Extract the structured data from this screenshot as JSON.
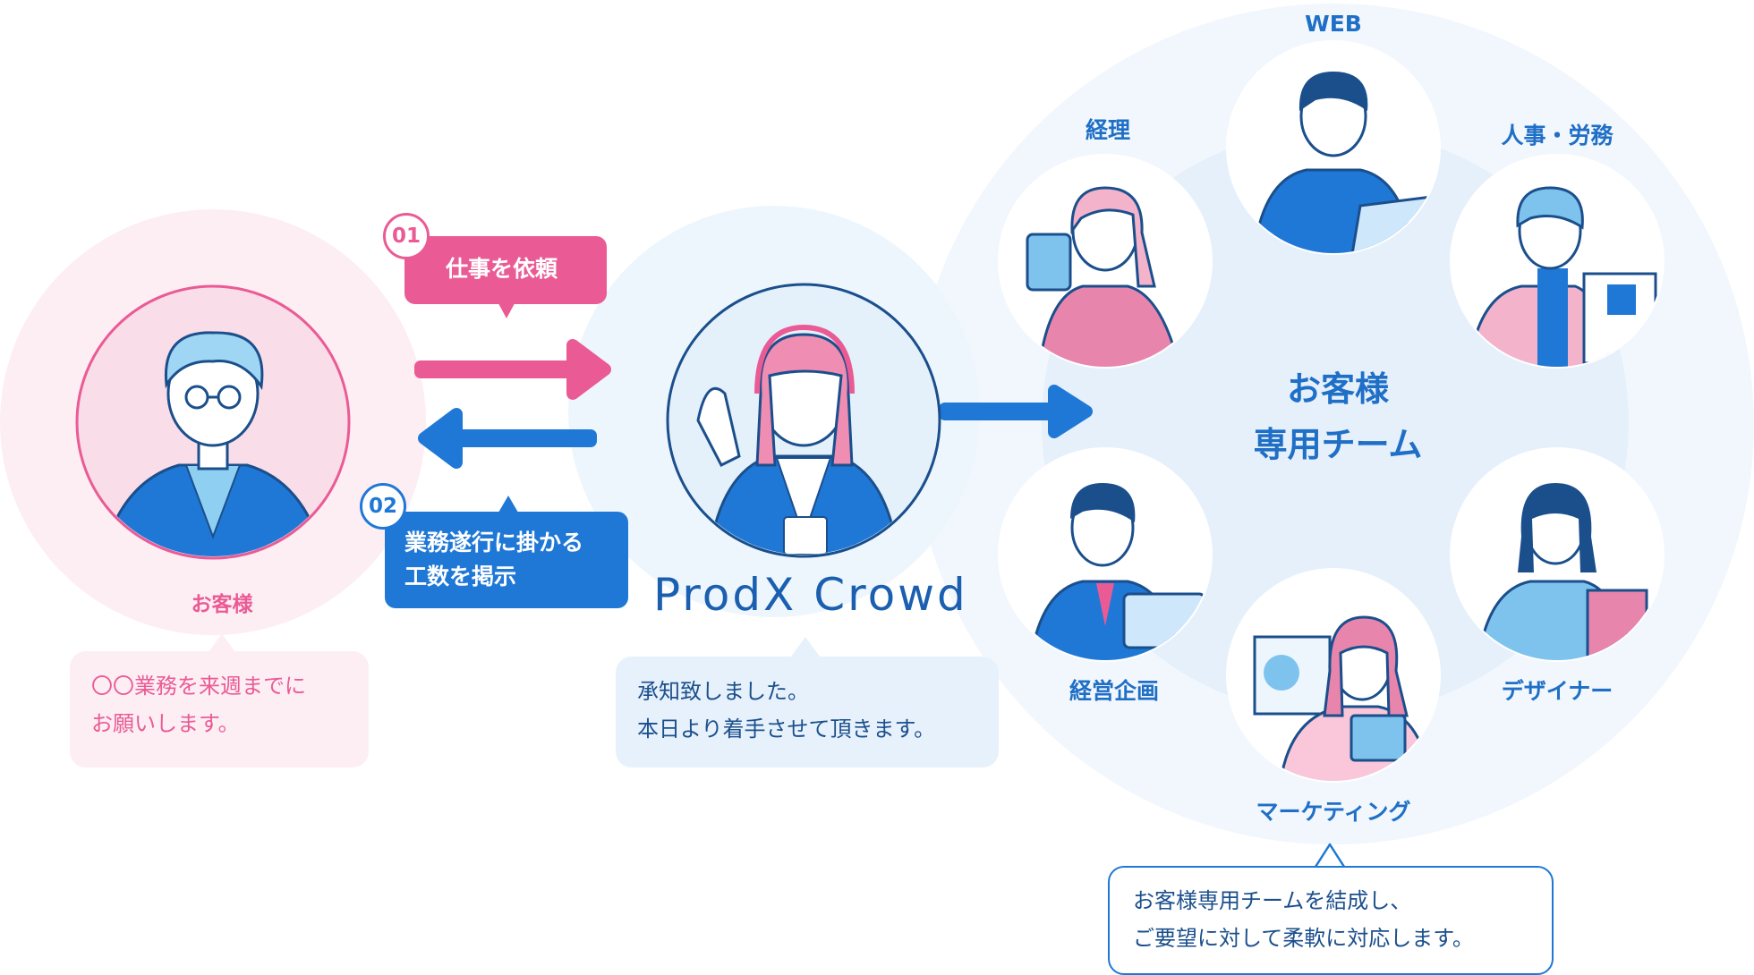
{
  "customer": {
    "label": "お客様",
    "bubble_lines": [
      "〇〇業務を来週までに",
      "お願いします。"
    ]
  },
  "steps": [
    {
      "number": "01",
      "lines": [
        "仕事を依頼"
      ]
    },
    {
      "number": "02",
      "lines": [
        "業務遂行に掛かる",
        "工数を掲示"
      ]
    }
  ],
  "provider": {
    "brand": "ProdX Crowd",
    "bubble_lines": [
      "承知致しました。",
      "本日より着手させて頂きます。"
    ]
  },
  "team": {
    "title_lines": [
      "お客様",
      "専用チーム"
    ],
    "members": {
      "web": "WEB",
      "accounting": "経理",
      "hr": "人事・労務",
      "planning": "経営企画",
      "designer": "デザイナー",
      "marketing": "マーケティング"
    },
    "bubble_lines": [
      "お客様専用チームを結成し、",
      "ご要望に対して柔軟に対応します。"
    ]
  },
  "colors": {
    "pink": "#ea5b95",
    "blue": "#1f78d6",
    "navy": "#1b5fb0",
    "pale_pink": "#fdeef4",
    "pale_blue": "#eef6fd"
  }
}
